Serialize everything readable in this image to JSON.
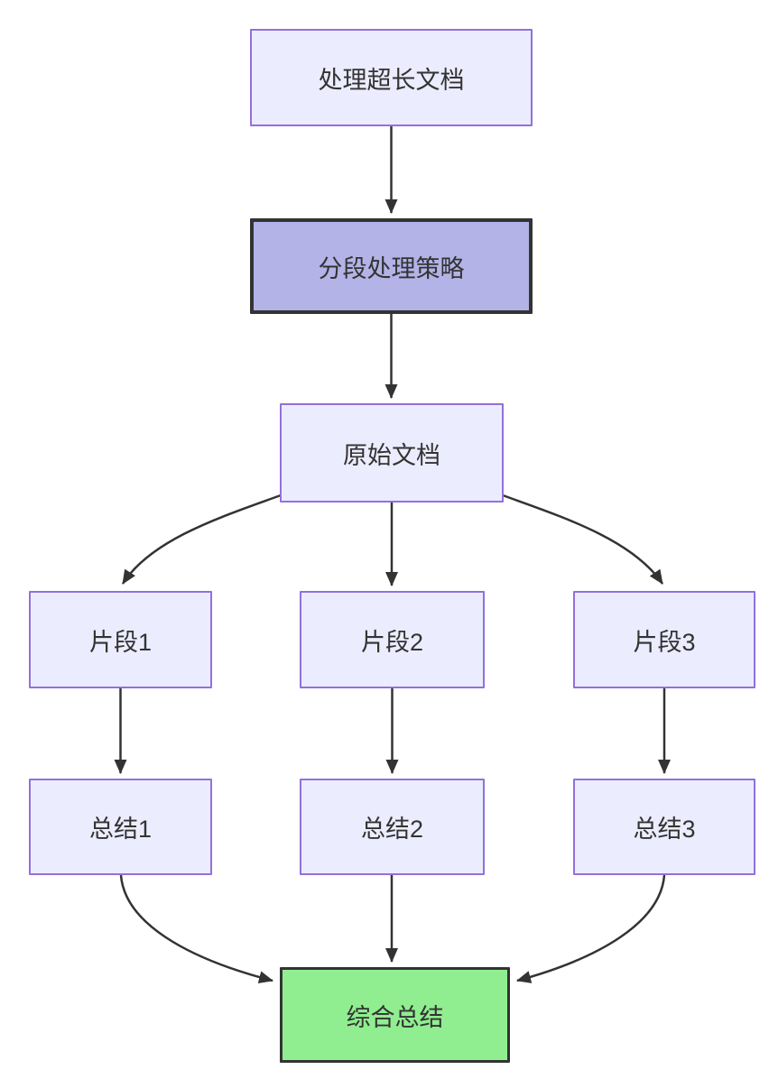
{
  "diagram": {
    "type": "flowchart",
    "direction": "top-down",
    "nodes": [
      {
        "id": "A",
        "label": "处理超长文档",
        "kind": "default"
      },
      {
        "id": "B",
        "label": "分段处理策略",
        "kind": "strategy"
      },
      {
        "id": "C",
        "label": "原始文档",
        "kind": "default"
      },
      {
        "id": "D1",
        "label": "片段1",
        "kind": "default"
      },
      {
        "id": "D2",
        "label": "片段2",
        "kind": "default"
      },
      {
        "id": "D3",
        "label": "片段3",
        "kind": "default"
      },
      {
        "id": "E1",
        "label": "总结1",
        "kind": "default"
      },
      {
        "id": "E2",
        "label": "总结2",
        "kind": "default"
      },
      {
        "id": "E3",
        "label": "总结3",
        "kind": "default"
      },
      {
        "id": "G",
        "label": "综合总结",
        "kind": "result"
      }
    ],
    "edges": [
      {
        "from": "A",
        "to": "B"
      },
      {
        "from": "B",
        "to": "C"
      },
      {
        "from": "C",
        "to": "D1"
      },
      {
        "from": "C",
        "to": "D2"
      },
      {
        "from": "C",
        "to": "D3"
      },
      {
        "from": "D1",
        "to": "E1"
      },
      {
        "from": "D2",
        "to": "E2"
      },
      {
        "from": "D3",
        "to": "E3"
      },
      {
        "from": "E1",
        "to": "G"
      },
      {
        "from": "E2",
        "to": "G"
      },
      {
        "from": "E3",
        "to": "G"
      }
    ],
    "colors": {
      "background": "#ffffff",
      "node_fill": "#ECECFF",
      "node_border": "#9370DB",
      "strategy_fill": "#b3b3e8",
      "strategy_border": "#333333",
      "result_fill": "#90EE90",
      "result_border": "#333333",
      "edge_color": "#333333",
      "text_color": "#333333"
    }
  }
}
